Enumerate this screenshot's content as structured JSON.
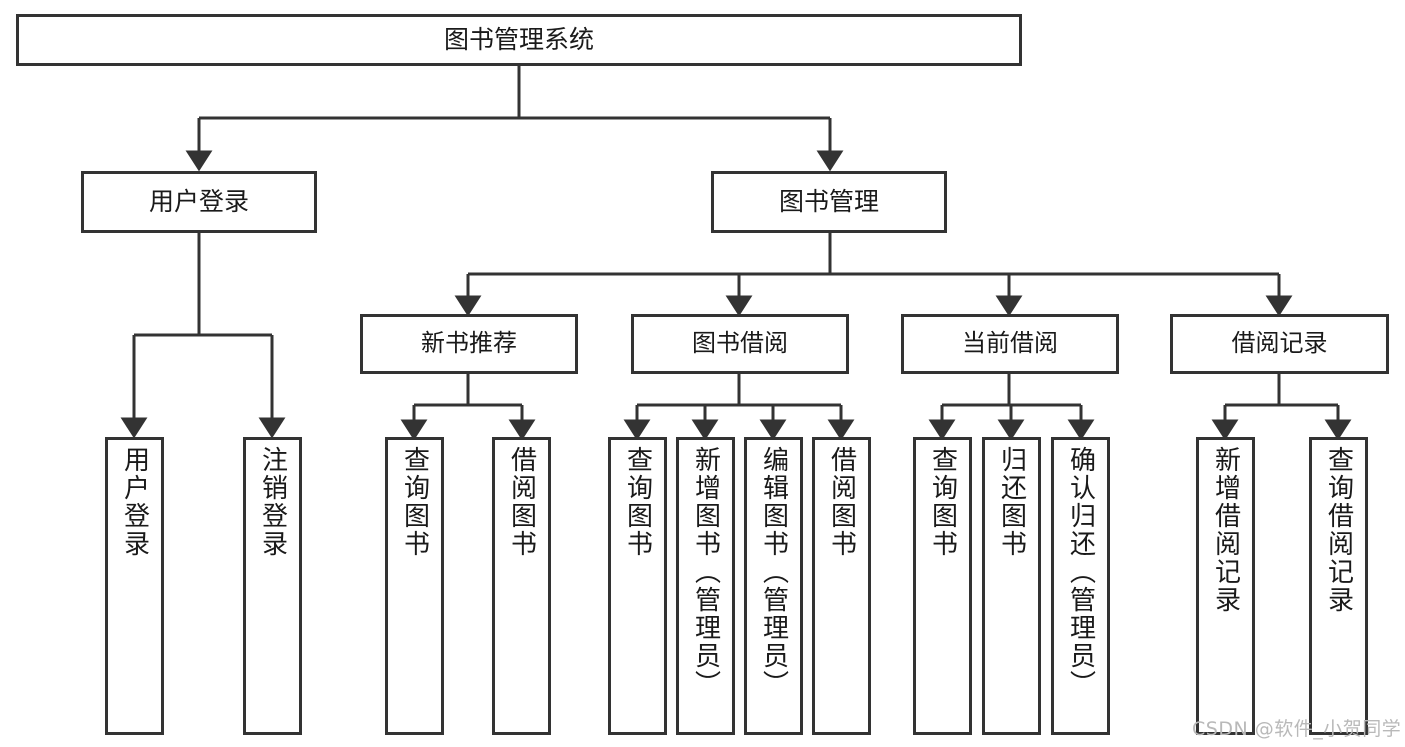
{
  "diagram": {
    "title": "图书管理系统",
    "type": "tree-hierarchy",
    "root": {
      "label": "图书管理系统"
    },
    "level1": [
      {
        "label": "用户登录"
      },
      {
        "label": "图书管理"
      }
    ],
    "level2": [
      {
        "label": "新书推荐"
      },
      {
        "label": "图书借阅"
      },
      {
        "label": "当前借阅"
      },
      {
        "label": "借阅记录"
      }
    ],
    "leaves": {
      "user_login": [
        {
          "label": "用户登录"
        },
        {
          "label": "注销登录"
        }
      ],
      "new_book_recommend": [
        {
          "label": "查询图书"
        },
        {
          "label": "借阅图书"
        }
      ],
      "book_borrow": [
        {
          "label": "查询图书"
        },
        {
          "label": "新增图书（管理员）"
        },
        {
          "label": "编辑图书（管理员）"
        },
        {
          "label": "借阅图书"
        }
      ],
      "current_borrow": [
        {
          "label": "查询图书"
        },
        {
          "label": "归还图书"
        },
        {
          "label": "确认归还（管理员）"
        }
      ],
      "borrow_record": [
        {
          "label": "新增借阅记录"
        },
        {
          "label": "查询借阅记录"
        }
      ]
    },
    "colors": {
      "stroke": "#333333",
      "fill": "#ffffff",
      "text": "#1a1a1a",
      "watermark": "#b9b9b9"
    }
  },
  "watermark": {
    "text": "CSDN @软件_小贺同学"
  }
}
